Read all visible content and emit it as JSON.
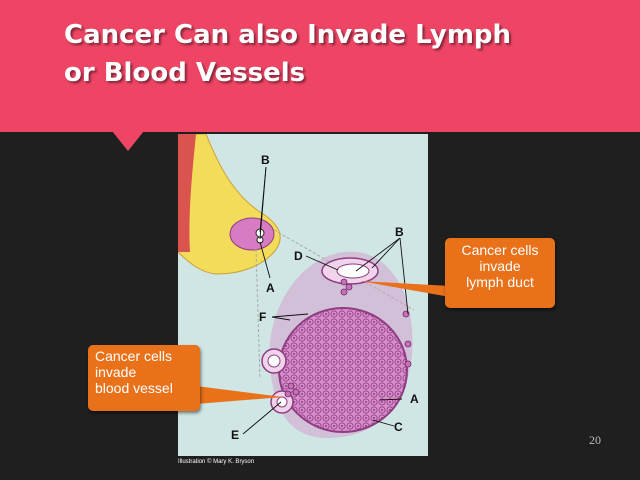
{
  "slide": {
    "title_line1": "Cancer Can also Invade Lymph",
    "title_line2": "or Blood Vessels",
    "page_number": "20",
    "credit": "Illustration © Mary K. Bryson"
  },
  "callouts": {
    "lymph": [
      "Cancer cells",
      "invade",
      "lymph duct"
    ],
    "blood": [
      "Cancer cells",
      "invade",
      "blood vessel"
    ]
  },
  "figure_labels": {
    "b_top": "B",
    "b_right": "B",
    "d": "D",
    "a_top": "A",
    "f": "F",
    "a_right": "A",
    "c": "C",
    "e": "E"
  },
  "colors": {
    "banner": "#ee4565",
    "background": "#1f1f1f",
    "callout": "#e8711a",
    "illustration_bg": "#cfe6e4",
    "tissue": "#c76fb8"
  }
}
